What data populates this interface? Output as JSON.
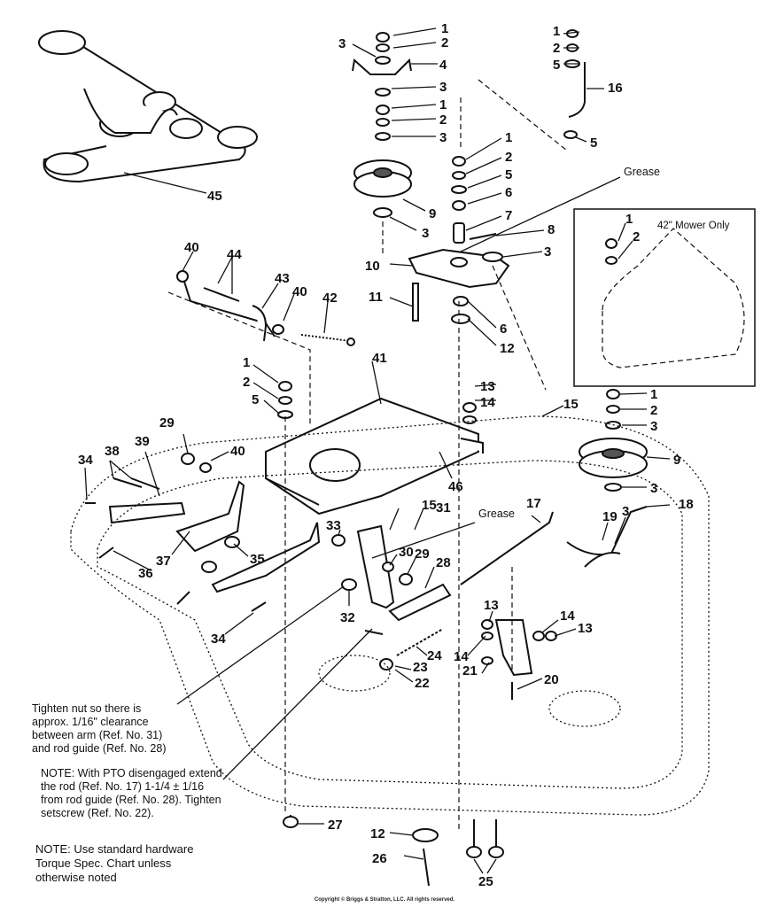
{
  "labels": {
    "grease_top": "Grease",
    "grease_mid": "Grease",
    "mower_42": "42\" Mower Only"
  },
  "notes": {
    "tighten_nut": "Tighten nut so there is\napprox. 1/16\" clearance\nbetween arm (Ref. No. 31)\nand rod guide (Ref. No. 28)",
    "pto": "NOTE: With PTO disengaged extend\nthe rod (Ref. No. 17) 1-1/4 ± 1/16\nfrom rod guide (Ref. No. 28). Tighten\nsetscrew (Ref. No. 22).",
    "hardware": "NOTE: Use standard hardware\nTorque Spec. Chart unless\notherwise noted"
  },
  "copyright": "Copyright © Briggs & Stratton, LLC. All rights reserved.",
  "callouts": [
    "1",
    "2",
    "3",
    "4",
    "3",
    "1",
    "2",
    "3",
    "1",
    "2",
    "5",
    "16",
    "5",
    "1",
    "2",
    "5",
    "6",
    "7",
    "9",
    "3",
    "8",
    "3",
    "10",
    "11",
    "6",
    "12",
    "45",
    "40",
    "44",
    "43",
    "40",
    "42",
    "41",
    "1",
    "2",
    "5",
    "13",
    "14",
    "15",
    "46",
    "29",
    "40",
    "38",
    "34",
    "39",
    "37",
    "35",
    "36",
    "34",
    "33",
    "15",
    "31",
    "30",
    "29",
    "28",
    "32",
    "17",
    "18",
    "19",
    "3",
    "13",
    "14",
    "14",
    "21",
    "13",
    "20",
    "23",
    "22",
    "24",
    "1",
    "2",
    "3",
    "9",
    "3",
    "1",
    "2",
    "27",
    "12",
    "26",
    "25"
  ]
}
